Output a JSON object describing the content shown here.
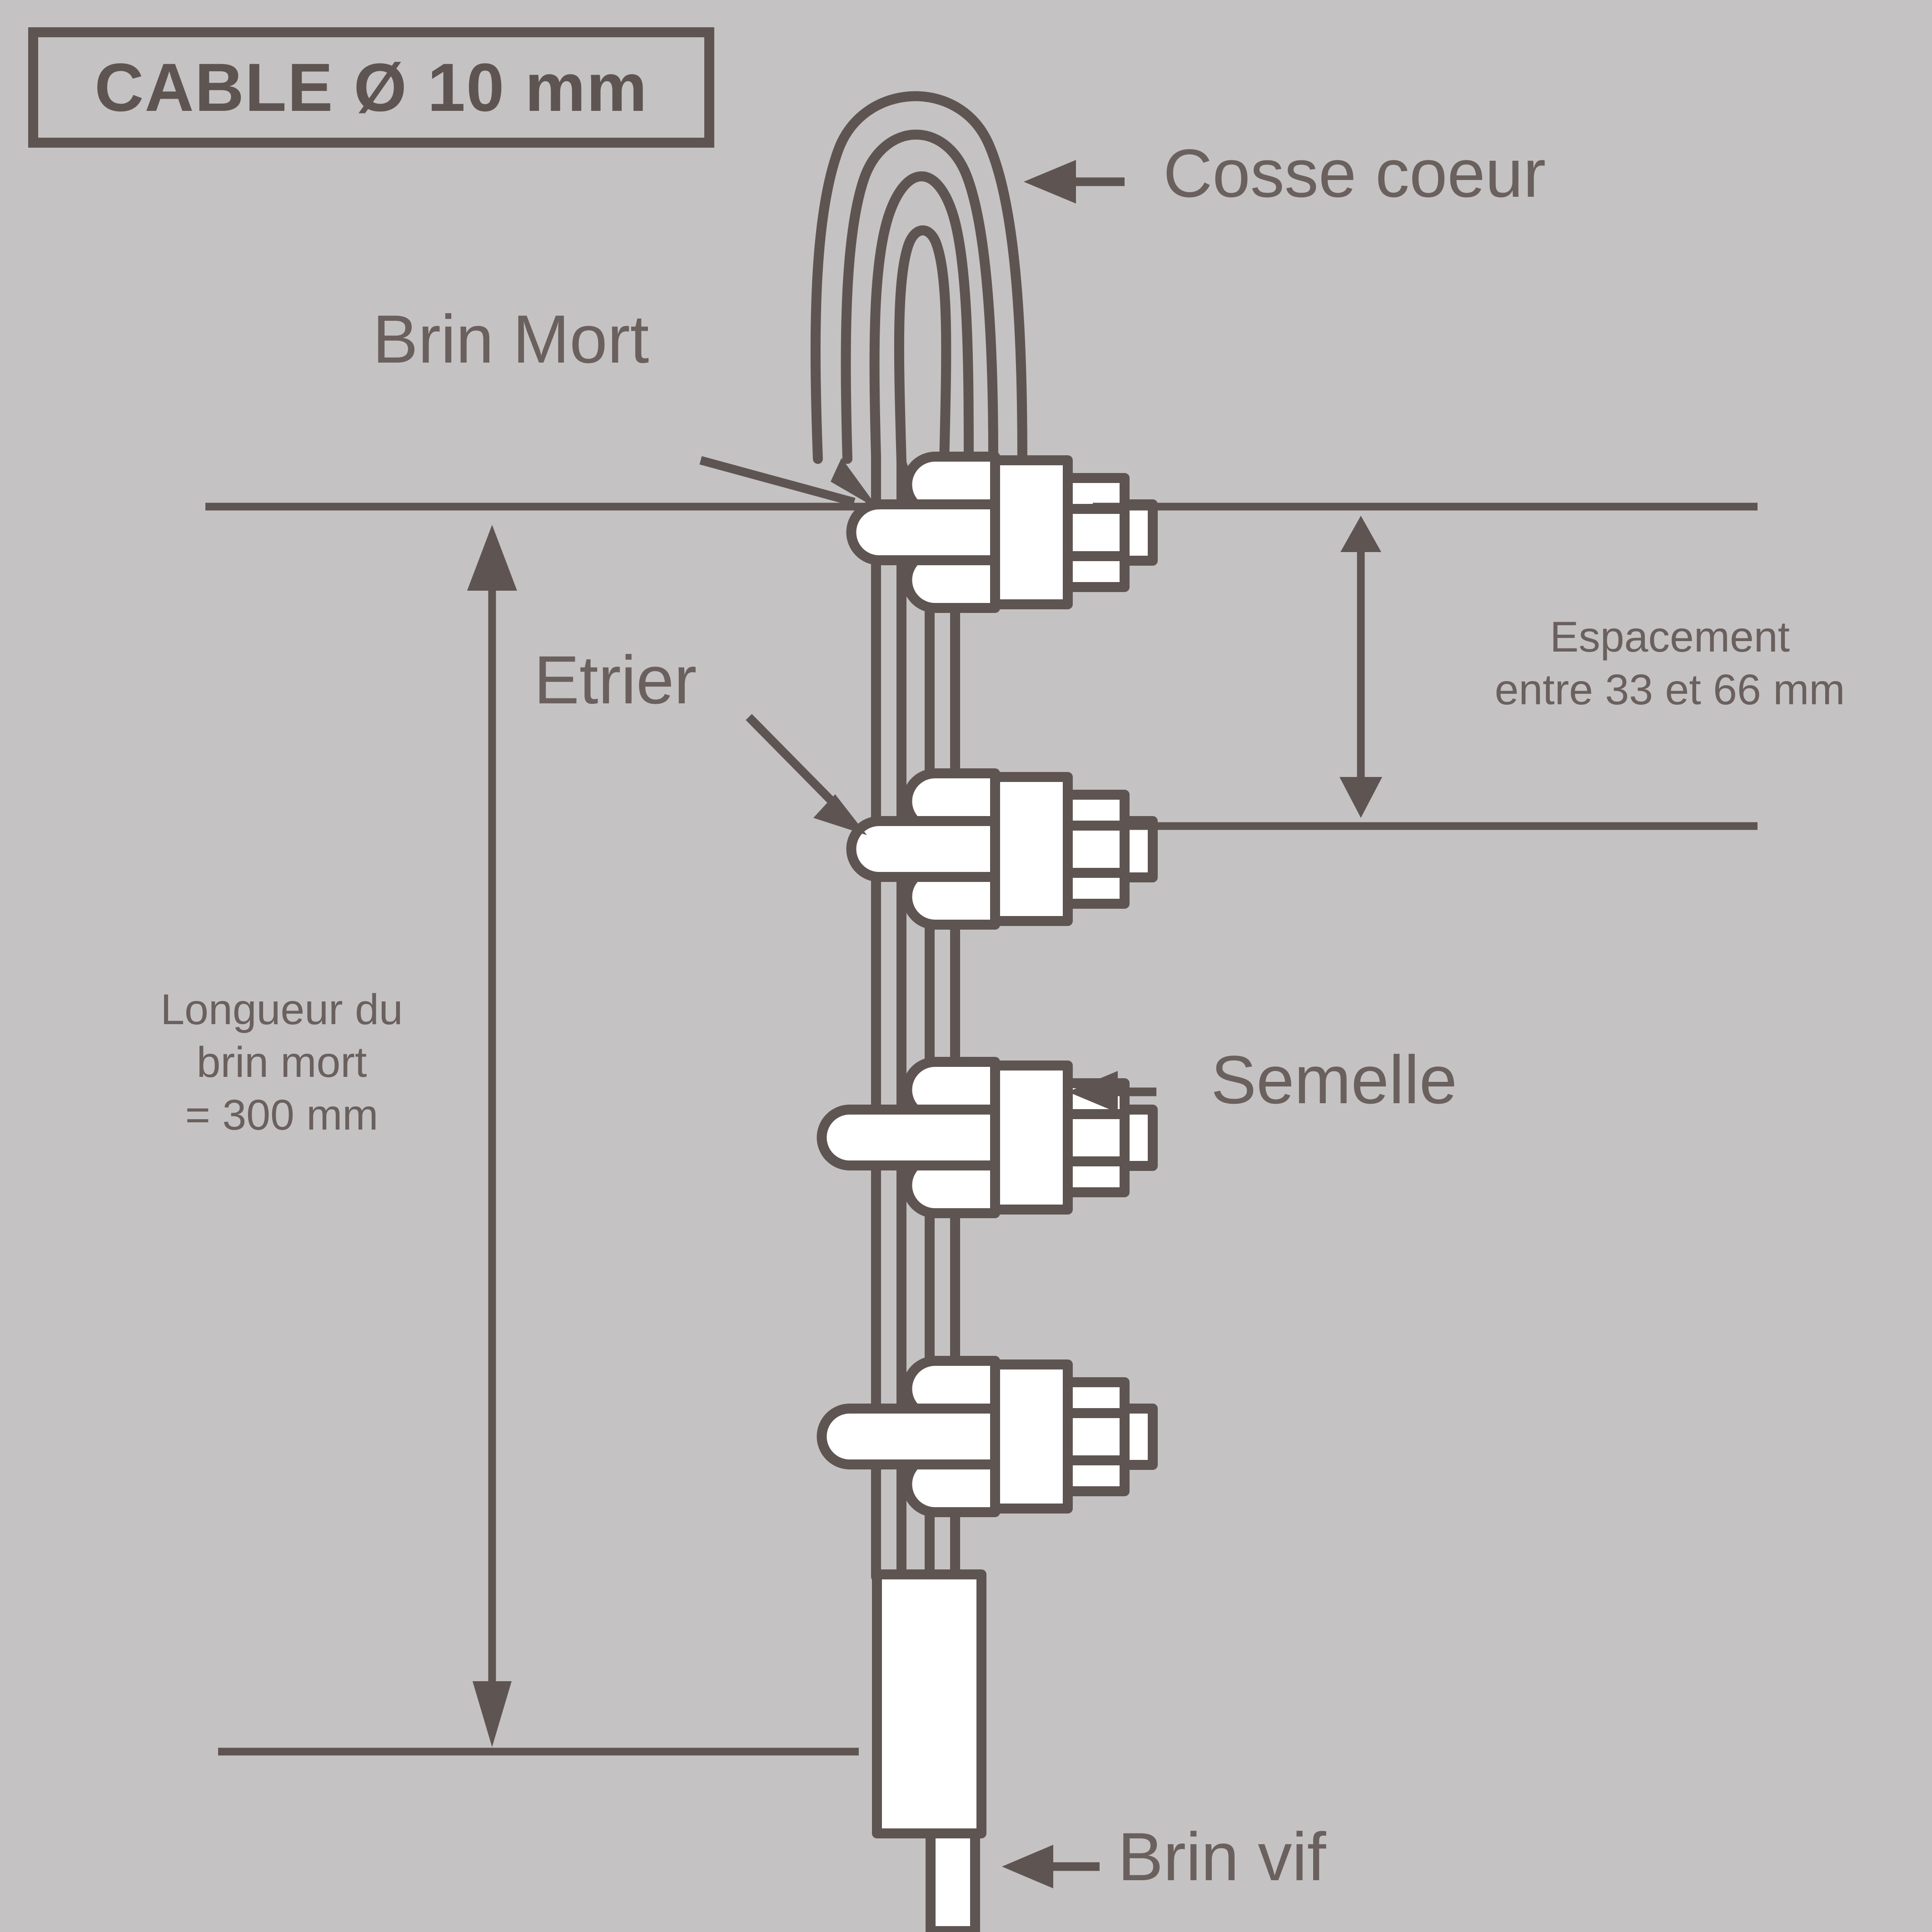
{
  "title_box": {
    "label": "CABLE Ø 10 mm"
  },
  "labels": {
    "cosse_coeur": "Cosse coeur",
    "brin_mort": "Brin Mort",
    "etrier": "Etrier",
    "semelle": "Semelle",
    "brin_vif": "Brin vif"
  },
  "dimensions": {
    "espacement_line1": "Espacement",
    "espacement_line2": "entre 33 et 66 mm",
    "longueur_line1": "Longueur du",
    "longueur_line2": "brin mort",
    "longueur_line3": "=  300 mm"
  },
  "colors": {
    "background": "#c5c2c3",
    "stroke": "#5e5552",
    "text": "#6a605d",
    "fill_white": "#ffffff"
  },
  "diagram": {
    "type": "technical-drawing",
    "subject": "Wire rope termination with thimble and four wire rope clips",
    "cable_diameter_mm": 10,
    "clip_count": 4,
    "clip_spacing_min_mm": 33,
    "clip_spacing_max_mm": 66,
    "dead_end_length_mm": 300,
    "components": [
      "Cosse coeur",
      "Brin Mort",
      "Etrier",
      "Semelle",
      "Brin vif"
    ]
  }
}
